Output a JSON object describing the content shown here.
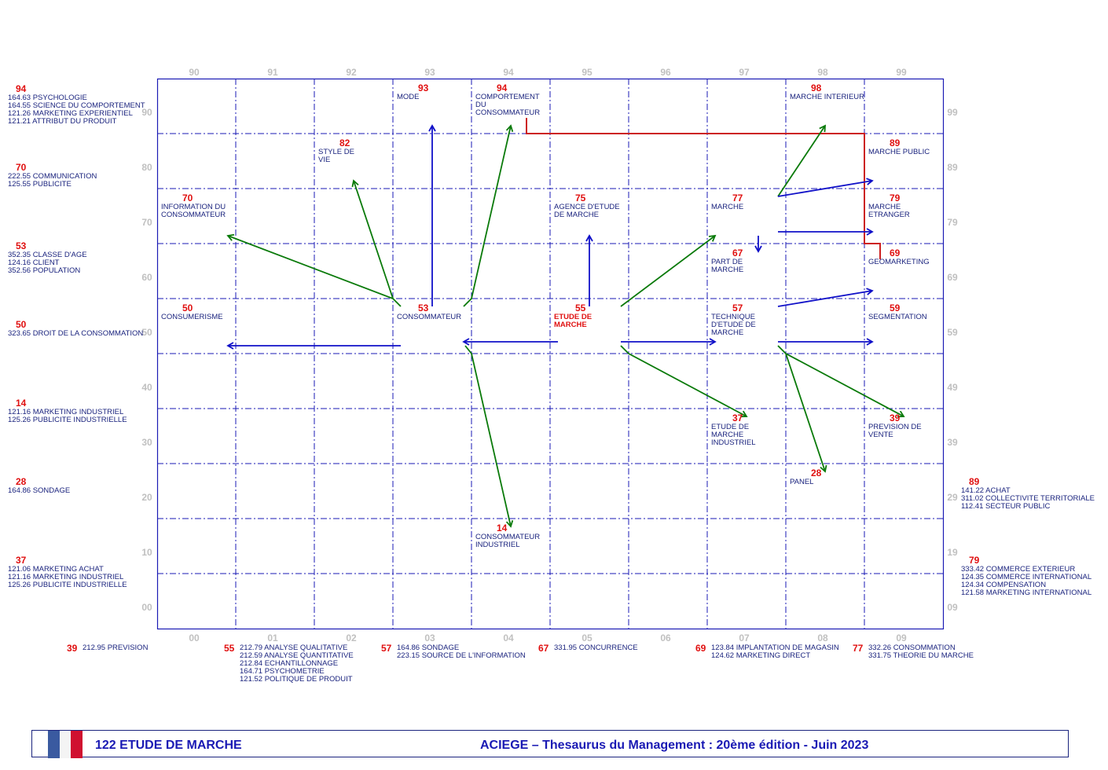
{
  "axes": {
    "top": [
      "90",
      "91",
      "92",
      "93",
      "94",
      "95",
      "96",
      "97",
      "98",
      "99"
    ],
    "bottom": [
      "00",
      "01",
      "02",
      "03",
      "04",
      "05",
      "06",
      "07",
      "08",
      "09"
    ],
    "left": [
      "90",
      "80",
      "70",
      "60",
      "50",
      "40",
      "30",
      "20",
      "10",
      "00"
    ],
    "right": [
      "99",
      "89",
      "79",
      "69",
      "59",
      "49",
      "39",
      "29",
      "19",
      "09"
    ]
  },
  "nodes": [
    {
      "num": "93",
      "label": "MODE"
    },
    {
      "num": "94",
      "label": "COMPORTEMENT DU\nCONSOMMATEUR"
    },
    {
      "num": "98",
      "label": "MARCHE INTERIEUR"
    },
    {
      "num": "82",
      "label": "STYLE DE\nVIE"
    },
    {
      "num": "89",
      "label": "MARCHE PUBLIC"
    },
    {
      "num": "70",
      "label": "INFORMATION DU\nCONSOMMATEUR"
    },
    {
      "num": "75",
      "label": "AGENCE D'ETUDE\nDE MARCHE"
    },
    {
      "num": "77",
      "label": "MARCHE"
    },
    {
      "num": "79",
      "label": "MARCHE ETRANGER"
    },
    {
      "num": "67",
      "label": "PART DE\nMARCHE"
    },
    {
      "num": "69",
      "label": "GEOMARKETING"
    },
    {
      "num": "50",
      "label": "CONSUMERISME"
    },
    {
      "num": "53",
      "label": "CONSOMMATEUR"
    },
    {
      "num": "55",
      "label": "ETUDE DE\nMARCHE"
    },
    {
      "num": "57",
      "label": "TECHNIQUE\nD'ETUDE DE\nMARCHE"
    },
    {
      "num": "59",
      "label": "SEGMENTATION"
    },
    {
      "num": "37",
      "label": "ETUDE DE\nMARCHE\nINDUSTRIEL"
    },
    {
      "num": "39",
      "label": "PREVISION DE\nVENTE"
    },
    {
      "num": "28",
      "label": "PANEL"
    },
    {
      "num": "14",
      "label": "CONSOMMATEUR\nINDUSTRIEL"
    }
  ],
  "left_refs": [
    {
      "num": "94",
      "lines": "164.63 PSYCHOLOGIE\n164.55 SCIENCE DU COMPORTEMENT\n121.26 MARKETING EXPERIENTIEL\n121.21 ATTRIBUT DU PRODUIT"
    },
    {
      "num": "70",
      "lines": "222.55 COMMUNICATION\n125.55 PUBLICITE"
    },
    {
      "num": "53",
      "lines": "352.35 CLASSE D'AGE\n124.16 CLIENT\n352.56 POPULATION"
    },
    {
      "num": "50",
      "lines": "323.65 DROIT DE LA CONSOMMATION"
    },
    {
      "num": "14",
      "lines": "121.16 MARKETING INDUSTRIEL\n125.26 PUBLICITE INDUSTRIELLE"
    },
    {
      "num": "28",
      "lines": "164.86 SONDAGE"
    },
    {
      "num": "37",
      "lines": "121.06 MARKETING ACHAT\n121.16 MARKETING INDUSTRIEL\n125.26 PUBLICITE INDUSTRIELLE"
    }
  ],
  "right_refs": [
    {
      "num": "89",
      "lines": "141.22 ACHAT\n311.02 COLLECTIVITE TERRITORIALE\n112.41 SECTEUR PUBLIC"
    },
    {
      "num": "79",
      "lines": "333.42 COMMERCE EXTERIEUR\n124.35 COMMERCE INTERNATIONAL\n124.34 COMPENSATION\n121.58 MARKETING INTERNATIONAL"
    }
  ],
  "bottom_refs": [
    {
      "num": "39",
      "lines": "212.95 PREVISION"
    },
    {
      "num": "55",
      "lines": "212.79 ANALYSE QUALITATIVE\n212.59 ANALYSE QUANTITATIVE\n212.84 ECHANTILLONNAGE\n164.71 PSYCHOMETRIE\n121.52 POLITIQUE DE PRODUIT"
    },
    {
      "num": "57",
      "lines": "164.86 SONDAGE\n223.15 SOURCE DE L'INFORMATION"
    },
    {
      "num": "67",
      "lines": "331.95 CONCURRENCE"
    },
    {
      "num": "69",
      "lines": "123.84 IMPLANTATION DE MAGASIN\n124.62 MARKETING DIRECT"
    },
    {
      "num": "77",
      "lines": "332.26 CONSOMMATION\n331.75 THEORIE DU MARCHE"
    }
  ],
  "footer": {
    "code_title": "122  ETUDE DE MARCHE",
    "publisher": "ACIEGE  –  Thesaurus du Management  :   20ème édition  - Juin 2023"
  },
  "colors": {
    "grid": "#1a1ab4",
    "number": "#e01010",
    "text": "#1a237e",
    "green": "#0a7a0a",
    "red_line": "#cc2020"
  }
}
